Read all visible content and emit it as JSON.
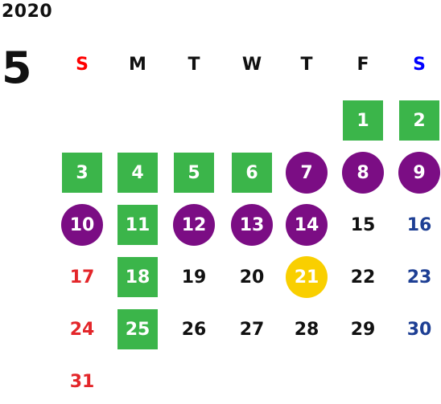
{
  "calendar": {
    "year": "2020",
    "month": "5",
    "weekdays": [
      {
        "label": "S",
        "color": "#ff0000"
      },
      {
        "label": "M",
        "color": "#111111"
      },
      {
        "label": "T",
        "color": "#111111"
      },
      {
        "label": "W",
        "color": "#111111"
      },
      {
        "label": "T",
        "color": "#111111"
      },
      {
        "label": "F",
        "color": "#111111"
      },
      {
        "label": "S",
        "color": "#0000ff"
      }
    ],
    "first_weekday_index": 5,
    "days": [
      {
        "label": "1",
        "style": "green"
      },
      {
        "label": "2",
        "style": "green"
      },
      {
        "label": "3",
        "style": "green"
      },
      {
        "label": "4",
        "style": "green"
      },
      {
        "label": "5",
        "style": "green"
      },
      {
        "label": "6",
        "style": "green"
      },
      {
        "label": "7",
        "style": "purple"
      },
      {
        "label": "8",
        "style": "purple"
      },
      {
        "label": "9",
        "style": "purple"
      },
      {
        "label": "10",
        "style": "purple"
      },
      {
        "label": "11",
        "style": "green"
      },
      {
        "label": "12",
        "style": "purple"
      },
      {
        "label": "13",
        "style": "purple"
      },
      {
        "label": "14",
        "style": "purple"
      },
      {
        "label": "15",
        "style": "plain"
      },
      {
        "label": "16",
        "style": "sat"
      },
      {
        "label": "17",
        "style": "sun"
      },
      {
        "label": "18",
        "style": "green"
      },
      {
        "label": "19",
        "style": "plain"
      },
      {
        "label": "20",
        "style": "plain"
      },
      {
        "label": "21",
        "style": "yellow"
      },
      {
        "label": "22",
        "style": "plain"
      },
      {
        "label": "23",
        "style": "sat"
      },
      {
        "label": "24",
        "style": "sun"
      },
      {
        "label": "25",
        "style": "green"
      },
      {
        "label": "26",
        "style": "plain"
      },
      {
        "label": "27",
        "style": "plain"
      },
      {
        "label": "28",
        "style": "plain"
      },
      {
        "label": "29",
        "style": "plain"
      },
      {
        "label": "30",
        "style": "sat"
      },
      {
        "label": "31",
        "style": "sun"
      }
    ],
    "colors": {
      "green": "#3bb54a",
      "purple": "#7b0d84",
      "yellow": "#f9cf00",
      "sunday": "#e3262a",
      "saturday": "#1e3f94"
    }
  }
}
